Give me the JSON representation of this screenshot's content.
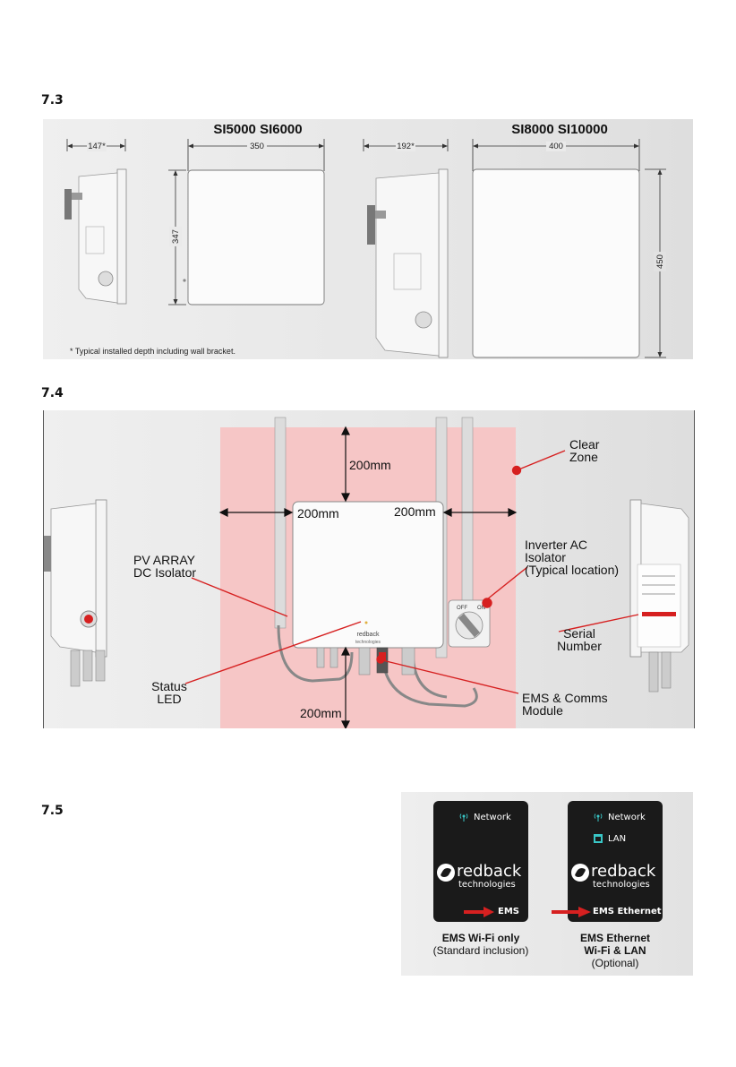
{
  "sections": {
    "s73": "7.3",
    "s74": "7.4",
    "s75": "7.5"
  },
  "dimensions": {
    "model_small": "SI5000 SI6000",
    "model_large": "SI8000 SI10000",
    "small_depth": "147*",
    "small_width": "350",
    "small_height": "347",
    "large_depth": "192*",
    "large_width": "400",
    "large_height": "450",
    "footnote": "* Typical installed depth including wall bracket."
  },
  "clearance": {
    "top": "200mm",
    "left": "200mm",
    "right": "200mm",
    "bottom": "200mm",
    "clear_zone_l1": "Clear",
    "clear_zone_l2": "Zone",
    "pv_l1": "PV ARRAY",
    "pv_l2": "DC Isolator",
    "ac_l1": "Inverter AC",
    "ac_l2": "Isolator",
    "ac_l3": "(Typical location)",
    "serial_l1": "Serial",
    "serial_l2": "Number",
    "status_l1": "Status",
    "status_l2": "LED",
    "ems_l1": "EMS & Comms",
    "ems_l2": "Module",
    "logo_l1": "redback",
    "logo_l2": "technologies",
    "switch_off": "OFF",
    "switch_on": "ON"
  },
  "modules": {
    "wifi": {
      "network": "Network",
      "brand1": "redback",
      "brand2": "technologies",
      "tag": "EMS",
      "title": "EMS Wi-Fi only",
      "subtitle": "(Standard inclusion)"
    },
    "ethernet": {
      "network": "Network",
      "lan": "LAN",
      "brand1": "redback",
      "brand2": "technologies",
      "tag": "EMS Ethernet",
      "title1": "EMS Ethernet",
      "title2": "Wi-Fi & LAN",
      "subtitle": "(Optional)"
    }
  },
  "colors": {
    "accent_red": "#d62020",
    "clear_zone": "#f6c6c6",
    "wifi_teal": "#39c6c6"
  }
}
